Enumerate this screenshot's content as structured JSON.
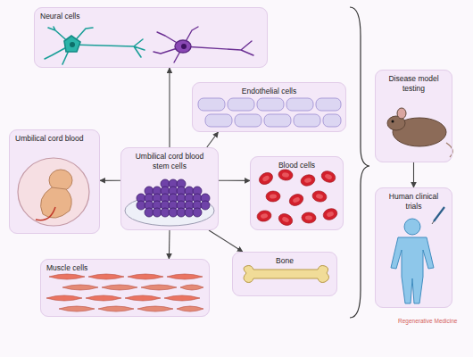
{
  "diagram": {
    "nodes": [
      {
        "text": [
          "Neural cells"
        ]
      },
      {
        "text": [
          "Endothelial cells"
        ]
      },
      {
        "text": [
          "Umbilical cord blood"
        ]
      },
      {
        "text": [
          "Umbilical cord blood stem cells"
        ]
      },
      {
        "text": [
          "Blood cells"
        ]
      },
      {
        "text": [
          "Muscle cells"
        ]
      },
      {
        "text": [
          "Bone"
        ]
      },
      {
        "text": [
          "Disease model testing"
        ]
      },
      {
        "text": [
          "Human clinical trials"
        ]
      }
    ],
    "edges": [
      {
        "from": 3,
        "to": 0,
        "arrow": "to"
      },
      {
        "from": 3,
        "to": 1,
        "arrow": "to"
      },
      {
        "from": 3,
        "to": 2,
        "arrow": "to"
      },
      {
        "from": 3,
        "to": 4,
        "arrow": "to"
      },
      {
        "from": 3,
        "to": 5,
        "arrow": "to"
      },
      {
        "from": 3,
        "to": 6,
        "arrow": "to"
      },
      {
        "from": 7,
        "to": 8,
        "arrow": "to"
      }
    ],
    "labels": [
      "Regenerative Medicine"
    ]
  }
}
